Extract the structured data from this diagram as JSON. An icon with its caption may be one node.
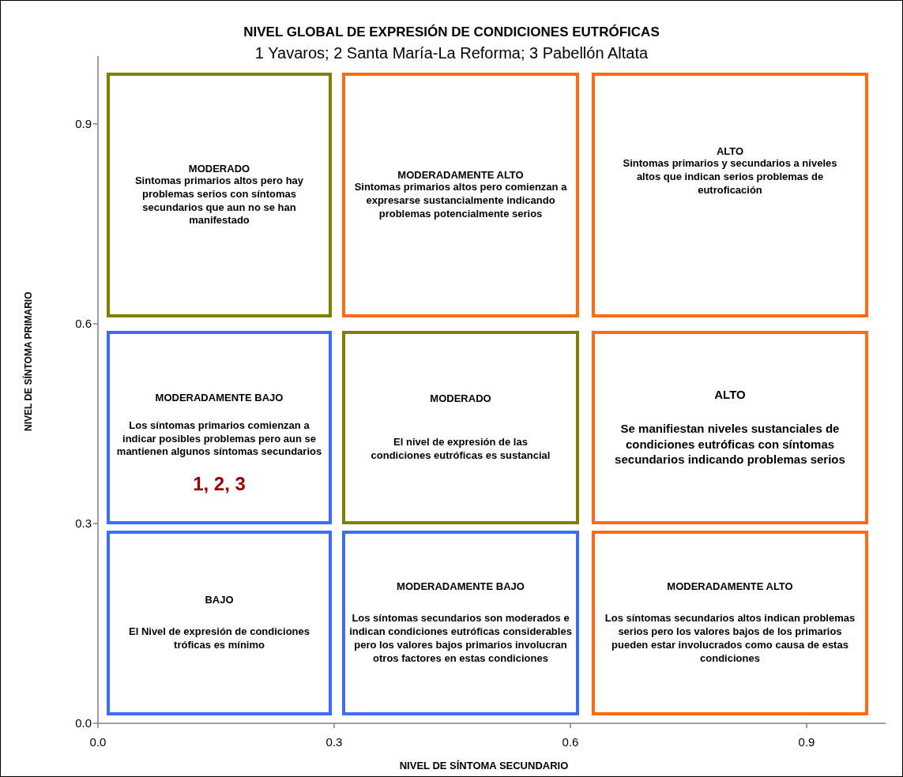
{
  "diagram": {
    "title": "NIVEL GLOBAL DE EXPRESIÓN DE CONDICIONES EUTRÓFICAS",
    "nodes": [
      {
        "text": [
          "MODERADO",
          "Sintomas primarios altos pero hay problemas serios con síntomas secundarios que aun no se han manifestado"
        ]
      },
      {
        "text": [
          "MODERADAMENTE ALTO",
          "Sintomas primarios altos pero comienzan a expresarse sustancialmente indicando problemas potencialmente serios"
        ]
      },
      {
        "text": [
          "ALTO",
          "Sintomas primarios y secundarios a niveles altos que indican serios problemas de eutroficación"
        ]
      },
      {
        "text": [
          "MODERADAMENTE BAJO",
          "Los síntomas primarios comienzan a indicar posibles problemas pero aun se mantienen algunos síntomas secundarios",
          "1, 2, 3"
        ]
      },
      {
        "text": [
          "MODERADO",
          "El nivel de expresión de las condiciones eutróficas es sustancial"
        ]
      },
      {
        "text": [
          "ALTO",
          "Se manifiestan niveles sustanciales de condiciones eutróficas con síntomas secundarios indicando problemas serios"
        ]
      },
      {
        "text": [
          "BAJO",
          "El Nivel de expresión de condiciones tróficas es mínimo"
        ]
      },
      {
        "text": [
          "MODERADAMENTE BAJO",
          "Los síntomas secundarios son moderados e indican condiciones eutróficas considerables pero los valores bajos primarios involucran otros factores en estas condiciones"
        ]
      },
      {
        "text": [
          "MODERADAMENTE ALTO",
          "Los síntomas secundarios altos indican problemas serios pero los valores bajos de los primarios pueden estar involucrados como causa de estas condiciones"
        ]
      }
    ],
    "labels": [
      "1 Yavaros; 2 Santa María-La Reforma; 3 Pabellón Altata",
      "0.9",
      "0.6",
      "NIVEL DE SÍNTOMA PRIMARIO",
      "0.3",
      "0.0",
      "0.0",
      "0.3",
      "0.6",
      "0.9",
      "NIVEL DE SÍNTOMA SECUNDARIO"
    ]
  }
}
